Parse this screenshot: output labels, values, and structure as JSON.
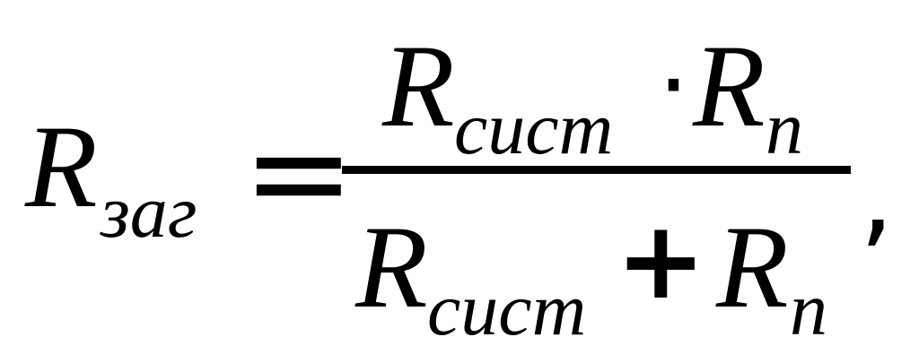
{
  "formula": {
    "lhs": {
      "symbol": "R",
      "subscript": "заг"
    },
    "equals": "=",
    "numerator": {
      "left_symbol": "R",
      "left_subscript": "сист",
      "operator": "·",
      "right_symbol": "R",
      "right_subscript": "n"
    },
    "denominator": {
      "left_symbol": "R",
      "left_subscript": "сист",
      "operator": "+",
      "right_symbol": "R",
      "right_subscript": "n"
    },
    "trailing_punctuation": ","
  }
}
